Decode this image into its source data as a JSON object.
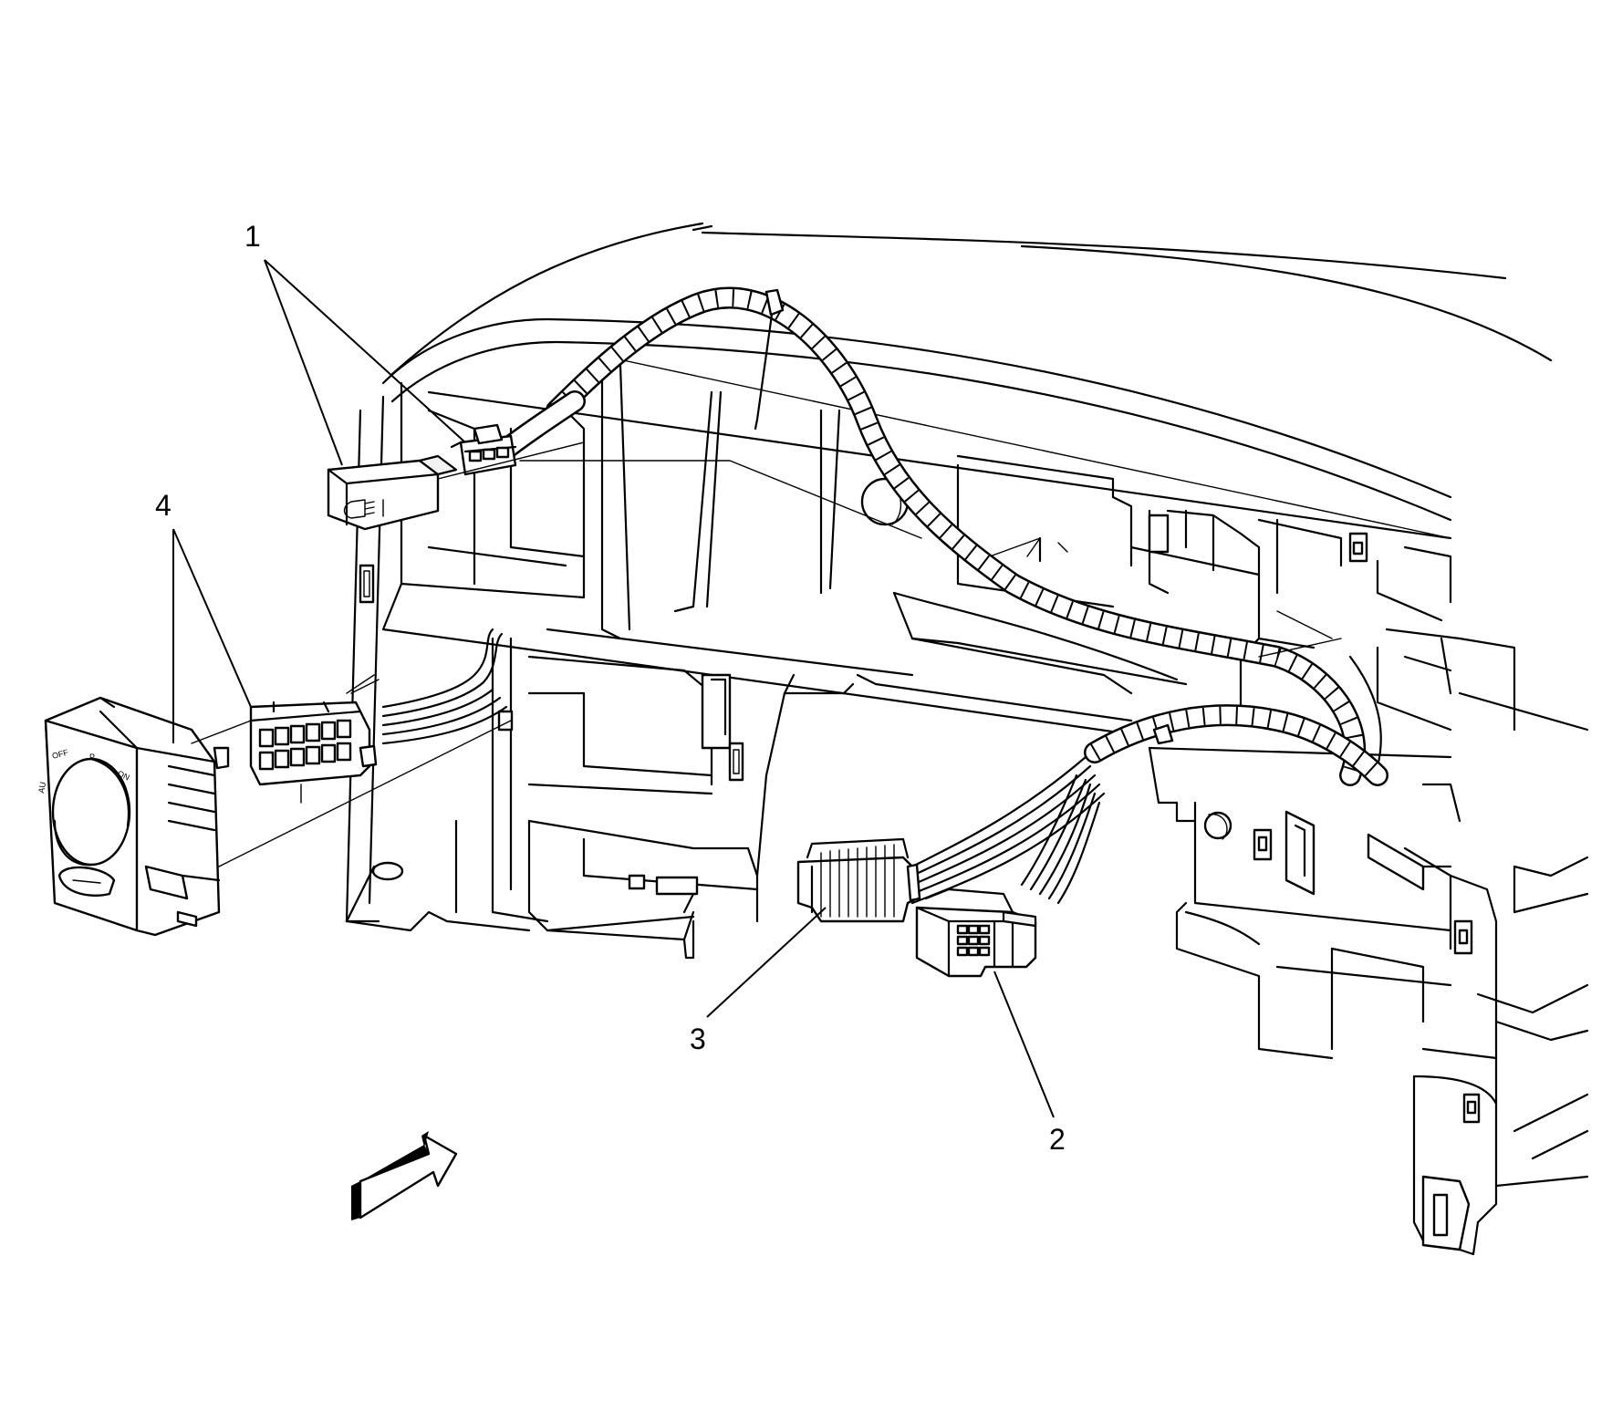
{
  "callouts": [
    {
      "id": "1",
      "label": "1"
    },
    {
      "id": "2",
      "label": "2"
    },
    {
      "id": "3",
      "label": "3"
    },
    {
      "id": "4",
      "label": "4"
    }
  ],
  "switch_face_marks": {
    "off": "OFF",
    "park": "P",
    "auto": "AU",
    "on": "ON"
  },
  "colors": {
    "line": "#000000",
    "background": "#ffffff"
  },
  "icons": {
    "fog_lamp_symbol": "fog-lamp-icon",
    "view_direction": "arrow-icon"
  }
}
